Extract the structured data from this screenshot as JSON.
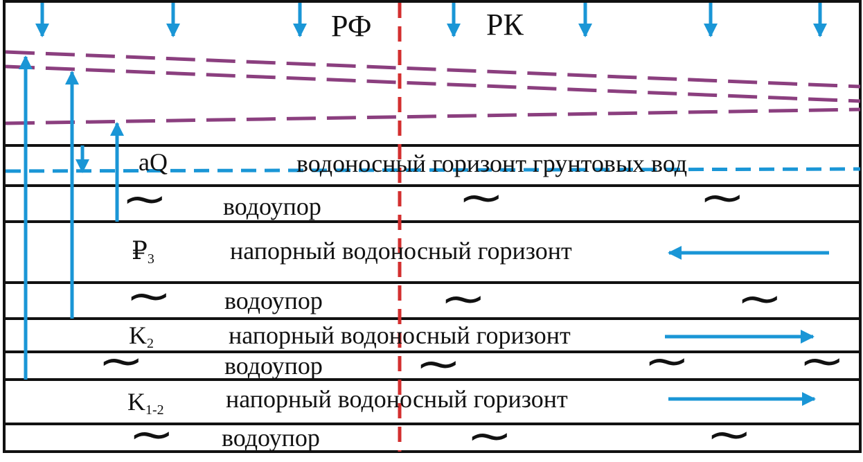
{
  "regions": {
    "left": "РФ",
    "right": "РК"
  },
  "layers": {
    "groundwater": {
      "index": "aQ",
      "label": "водоносный горизонт грунтовых вод"
    },
    "aquitard_1": {
      "label": "водоупор"
    },
    "pressure_p3": {
      "index_main": "₽",
      "index_sub": "3",
      "label": "напорный водоносный горизонт"
    },
    "aquitard_2": {
      "label": "водоупор"
    },
    "pressure_k2": {
      "index_main": "K",
      "index_sub": "2",
      "label": "напорный водоносный горизонт"
    },
    "aquitard_3": {
      "label": "водоупор"
    },
    "pressure_k12": {
      "index_main": "K",
      "index_sub": "1-2",
      "label": "напорный водоносный горизонт"
    },
    "aquitard_4": {
      "label": "водоупор"
    }
  },
  "symbols": {
    "tilde": "~"
  },
  "colors": {
    "water": "#1a96d6",
    "piezometric": "#8b3f7f",
    "boundary": "#d32f2f",
    "line": "#111111"
  }
}
